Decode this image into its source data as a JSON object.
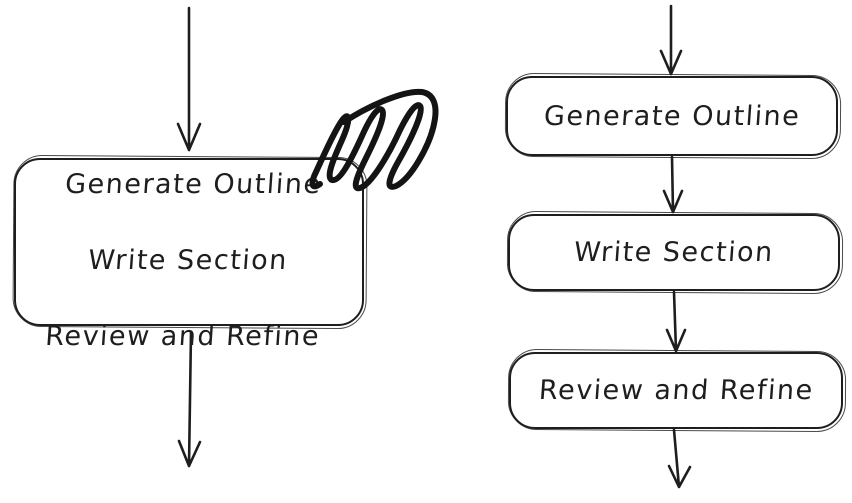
{
  "canvas": {
    "background_color": "#ffffff",
    "stroke_color": "#1e1e1e"
  },
  "left_diagram": {
    "description": "single combined process box with scribble annotation",
    "combined_box_text": "Generate Outline\nWrite Section\nReview and Refine",
    "box_lines": [
      "Generate Outline",
      "Write Section",
      "Review and Refine"
    ],
    "annotation_icon": "scribble-emphasis-icon"
  },
  "right_diagram": {
    "description": "three sequential process boxes connected by arrows",
    "boxes": [
      {
        "label": "Generate Outline"
      },
      {
        "label": "Write Section"
      },
      {
        "label": "Review and Refine"
      }
    ]
  }
}
